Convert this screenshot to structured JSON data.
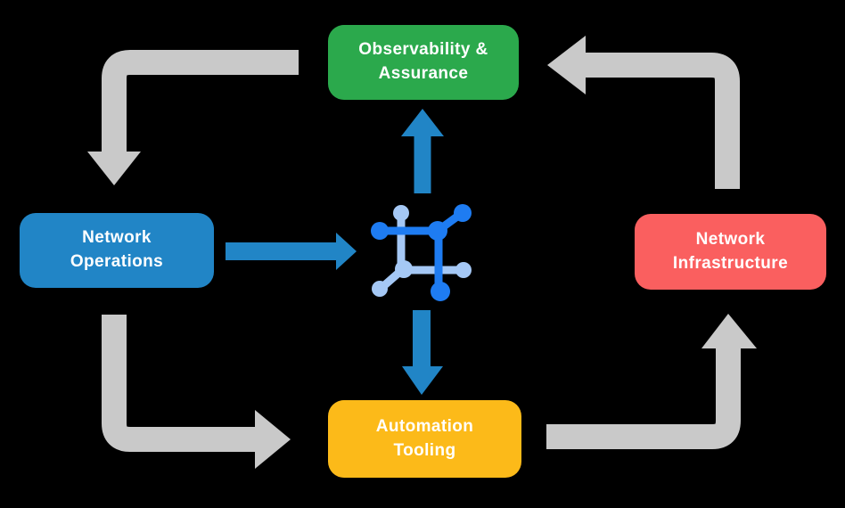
{
  "colors": {
    "background": "#000000",
    "flow_gray": "#C9C9C9",
    "blue_arrow": "#2185C6",
    "text": "#FFFFFF"
  },
  "nodes": {
    "observability": {
      "line1": "Observability &",
      "line2": "Assurance",
      "color": "#2BA94C"
    },
    "operations": {
      "line1": "Network",
      "line2": "Operations",
      "color": "#2185C6"
    },
    "infrastructure": {
      "line1": "Network",
      "line2": "Infrastructure",
      "color": "#FA5F5F"
    },
    "automation": {
      "line1": "Automation",
      "line2": "Tooling",
      "color": "#FCBA19"
    }
  },
  "icon": {
    "name": "network-mesh-icon",
    "primary": "#1E7CF2",
    "secondary": "#A5C8F5"
  },
  "arrows": {
    "outer_loop": [
      {
        "from": "observability",
        "to": "operations"
      },
      {
        "from": "operations",
        "to": "automation"
      },
      {
        "from": "automation",
        "to": "infrastructure"
      },
      {
        "from": "infrastructure",
        "to": "observability"
      }
    ],
    "inner": [
      {
        "from": "operations",
        "to": "center-icon"
      },
      {
        "from": "center-icon",
        "to": "observability"
      },
      {
        "from": "center-icon",
        "to": "automation"
      }
    ]
  }
}
